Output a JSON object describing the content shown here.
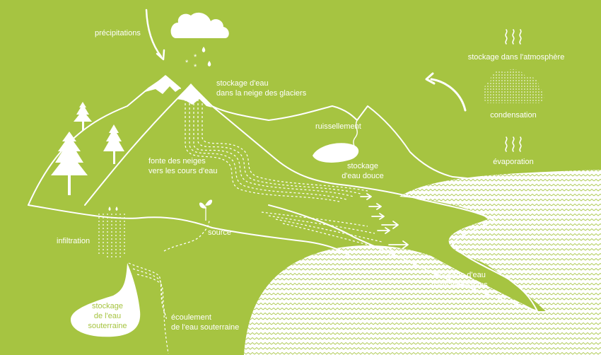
{
  "colors": {
    "background": "#a6c441",
    "foreground": "#ffffff"
  },
  "labels": {
    "precipitation": "précipitations",
    "snow_storage_1": "stockage d'eau",
    "snow_storage_2": "dans la neige des glaciers",
    "runoff": "ruissellement",
    "fresh_water_1": "stockage",
    "fresh_water_2": "d'eau douce",
    "snowmelt_1": "fonte des neiges",
    "snowmelt_2": "vers les cours d'eau",
    "infiltration": "infiltration",
    "spring": "source",
    "groundwater_storage_1": "stockage",
    "groundwater_storage_2": "de l'eau",
    "groundwater_storage_3": "souterraine",
    "groundwater_flow_1": "écoulement",
    "groundwater_flow_2": "de l'eau souterraine",
    "ocean_storage_1": "stockage d'eau",
    "ocean_storage_2": "dans les océans",
    "atmosphere_storage": "stockage dans l'atmosphère",
    "condensation": "condensation",
    "evaporation": "évaporation"
  },
  "icons": [
    "cloud-icon",
    "snowflake-icon",
    "raindrop-icon",
    "tree-icon",
    "sprout-icon",
    "arrow-icon",
    "steam-icon",
    "condensation-dots-icon"
  ]
}
